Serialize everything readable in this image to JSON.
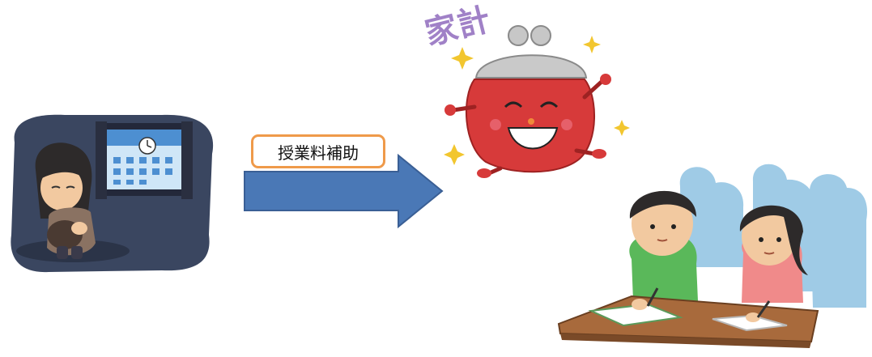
{
  "arrow_label": "授業料補助",
  "purse_caption": "家計",
  "colors": {
    "arrow_fill": "#4a78b6",
    "arrow_stroke": "#3a5f95",
    "label_border": "#ef9a4a",
    "caption_color": "#a081c7",
    "purse_red": "#d73a3a"
  },
  "illustrations": [
    "sad-student-in-dark-room",
    "smiling-coin-purse",
    "students-studying-at-desk"
  ]
}
